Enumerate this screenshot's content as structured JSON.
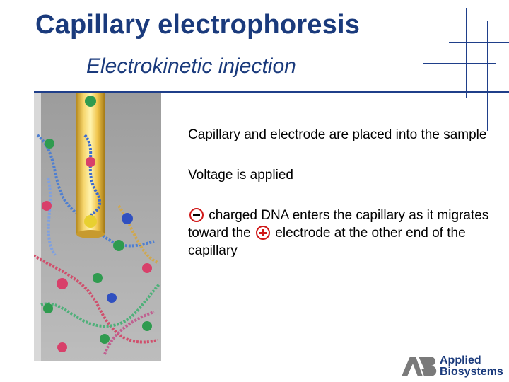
{
  "slide": {
    "title": "Capillary electrophoresis",
    "subtitle": "Electrokinetic injection",
    "bullets": {
      "b1": "Capillary and electrode are placed into the sample",
      "b2": "Voltage is applied",
      "b3_part1": " charged DNA enters the capillary as it migrates toward the ",
      "b3_part2": " electrode  at the other end of the capillary"
    }
  },
  "logo": {
    "line1": "Applied",
    "line2": "Biosystems"
  },
  "colors": {
    "title": "#1a3a7c",
    "rule": "#1f3f8a",
    "symbol_outline": "#d01818",
    "capillary_gold": "#e2b63a"
  }
}
